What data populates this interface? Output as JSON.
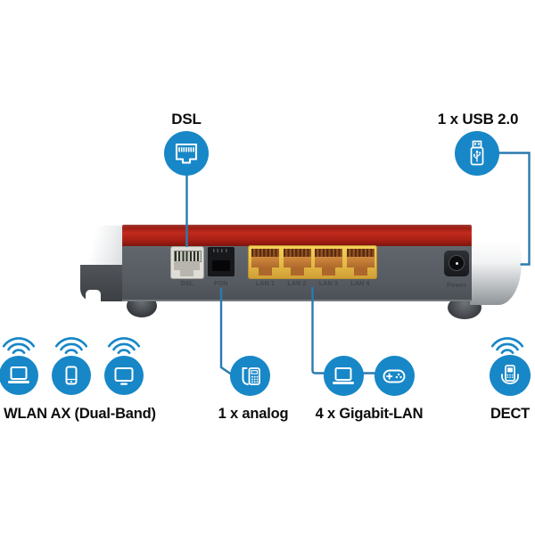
{
  "callouts": {
    "dsl": {
      "label": "DSL"
    },
    "usb": {
      "label": "1 x USB 2.0"
    },
    "wlan": {
      "label": "WLAN AX (Dual-Band)"
    },
    "analog": {
      "label": "1 x analog"
    },
    "gigabit": {
      "label": "4 x Gigabit-LAN"
    },
    "dect": {
      "label": "DECT"
    }
  },
  "device": {
    "description": "router rear panel",
    "port_labels": {
      "dsl": "DSL",
      "fon": "FON",
      "lan": [
        "LAN 1",
        "LAN 2",
        "LAN 3",
        "LAN 4"
      ],
      "power": "Power"
    }
  },
  "icons": {
    "dsl": "dsl-port-icon",
    "usb": "usb-stick-icon",
    "wlan": [
      "laptop-icon",
      "smartphone-icon",
      "monitor-icon"
    ],
    "analog": "telephone-icon",
    "gigabit": [
      "laptop-icon",
      "gamepad-icon"
    ],
    "dect": "dect-handset-icon",
    "wireless": "wifi-waves-icon"
  },
  "colors": {
    "accent_blue": "#1787C7",
    "line_blue": "#2B7AB0",
    "device_red": "#B2281C",
    "device_gray": "#575C62",
    "lan_port_yellow": "#EFC94F",
    "lan_port_orange": "#C67D36"
  }
}
